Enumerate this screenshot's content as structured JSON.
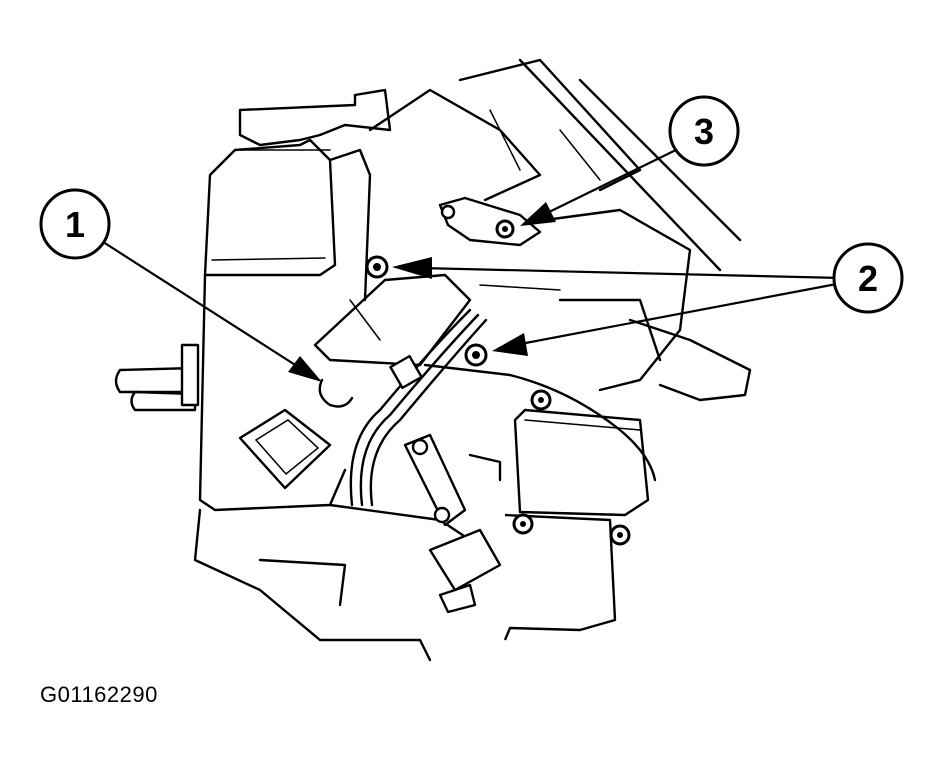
{
  "callouts": [
    {
      "number": "1"
    },
    {
      "number": "2"
    },
    {
      "number": "3"
    }
  ],
  "figure_id": "G01162290"
}
